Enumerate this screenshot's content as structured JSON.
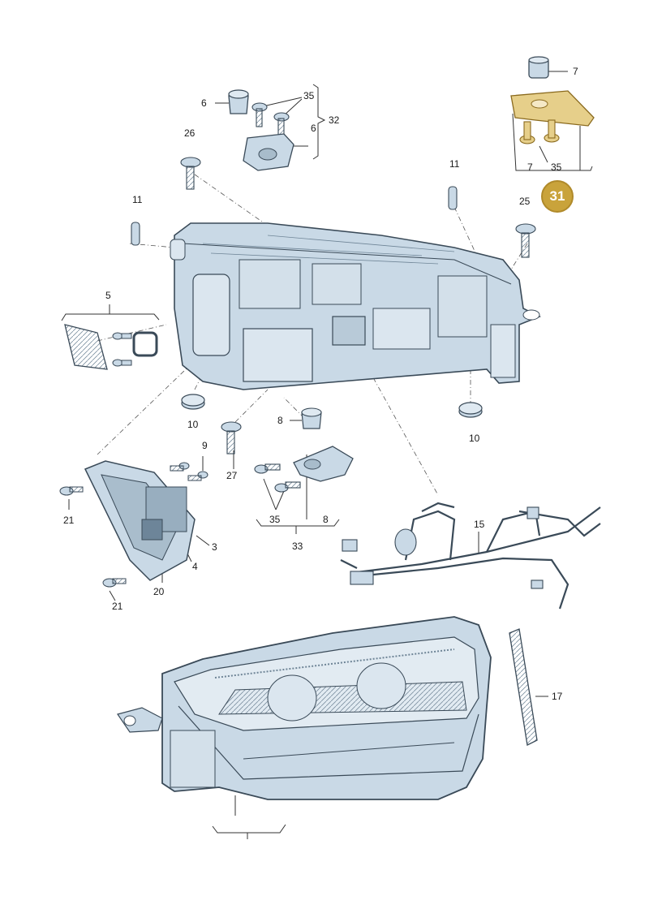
{
  "callouts": {
    "c7_top": "7",
    "c6_a": "6",
    "c35_a": "35",
    "c32": "32",
    "c6_b": "6",
    "c26": "26",
    "c11_left": "11",
    "c11_right": "11",
    "c7_bottom": "7",
    "c35_right": "35",
    "c25": "25",
    "c5": "5",
    "c10_left": "10",
    "c10_right": "10",
    "c8_a": "8",
    "c9": "9",
    "c27": "27",
    "c3": "3",
    "c4": "4",
    "c21_a": "21",
    "c21_b": "21",
    "c20": "20",
    "c35_b": "35",
    "c8_b": "8",
    "c33": "33",
    "c15": "15",
    "c17": "17"
  },
  "highlight_badge": {
    "label": "31",
    "color": "#c9a33b"
  },
  "colors": {
    "part_fill": "#c9d9e6",
    "part_stroke": "#3a4a58",
    "highlight_fill": "#e6cf8a",
    "highlight_stroke": "#8a6a1e"
  }
}
